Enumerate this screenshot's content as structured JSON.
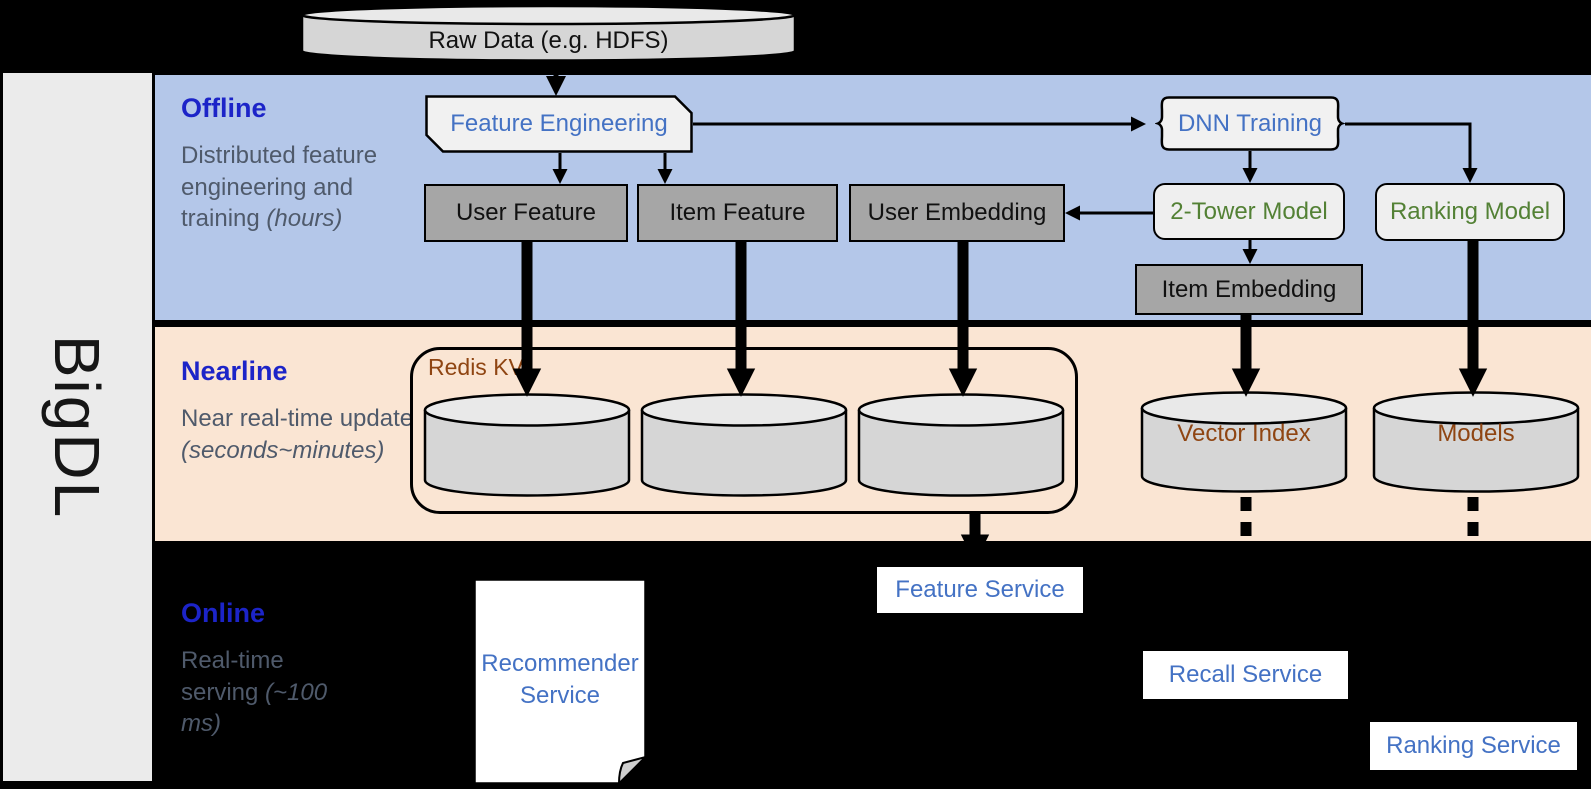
{
  "brand": {
    "label": "BigDL"
  },
  "source": {
    "raw_data_label": "Raw Data (e.g. HDFS)"
  },
  "sections": {
    "offline": {
      "title": "Offline",
      "description": "Distributed feature engineering and training",
      "note": "(hours)"
    },
    "nearline": {
      "title": "Nearline",
      "description": "Near real-time update",
      "note": "(seconds~minutes)"
    },
    "online": {
      "title": "Online",
      "description": "Real-time serving",
      "note": "(~100 ms)"
    }
  },
  "nodes": {
    "feature_engineering": {
      "label": "Feature Engineering"
    },
    "user_feature": {
      "label": "User Feature"
    },
    "item_feature": {
      "label": "Item Feature"
    },
    "user_embedding": {
      "label": "User Embedding"
    },
    "dnn_training": {
      "label": "DNN Training"
    },
    "two_tower_model": {
      "label": "2-Tower Model"
    },
    "ranking_model": {
      "label": "Ranking Model"
    },
    "item_embedding": {
      "label": "Item Embedding"
    },
    "redis_kv": {
      "label": "Redis KV"
    },
    "vector_index": {
      "label": "Vector Index"
    },
    "models": {
      "label": "Models"
    },
    "recommender_service": {
      "label": "Recommender Service"
    },
    "feature_service": {
      "label": "Feature Service"
    },
    "recall_service": {
      "label": "Recall Service"
    },
    "ranking_service": {
      "label": "Ranking Service"
    }
  },
  "colors": {
    "offline_band": "#b4c7e9",
    "nearline_band": "#fae5d3",
    "online_band": "#000000",
    "sidebar": "#ebebeb",
    "section_title": "#1c24c8",
    "section_description": "#4f5a6b",
    "node_blue_text": "#4472c4",
    "node_green_text": "#538135",
    "node_brown_text": "#8f4512",
    "gray_node_fill": "#a6a6a6",
    "light_node_fill": "#efefef",
    "cylinder_fill": "#d6d6d6",
    "cylinder_top_fill": "#e9e9e9",
    "service_fill": "#ffffff",
    "connector": "#000000"
  }
}
